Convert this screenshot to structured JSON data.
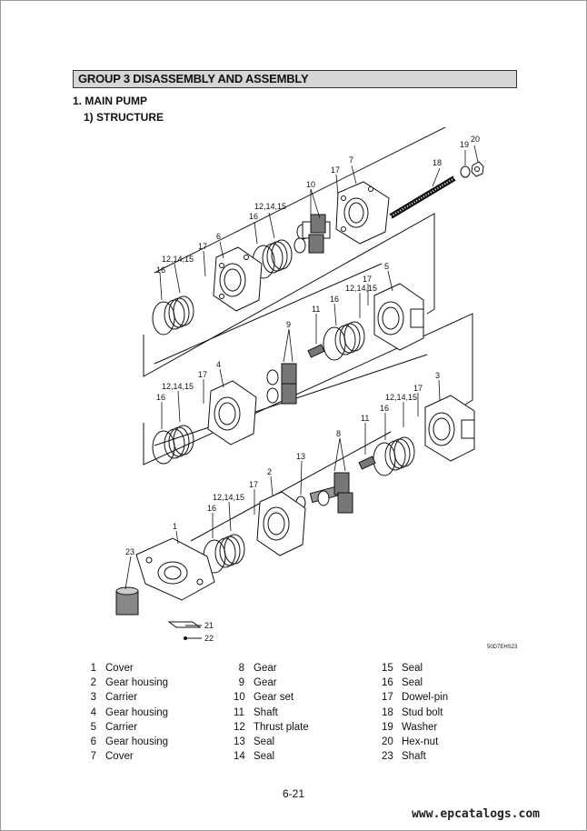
{
  "header": {
    "group_title": "GROUP  3  DISASSEMBLY AND ASSEMBLY"
  },
  "section": {
    "title": "1. MAIN PUMP",
    "subtitle": "1) STRUCTURE"
  },
  "diagram": {
    "callouts": {
      "n1": "1",
      "n2": "2",
      "n3": "3",
      "n4": "4",
      "n5": "5",
      "n6": "6",
      "n7": "7",
      "n8": "8",
      "n9": "9",
      "n10": "10",
      "n11a": "11",
      "n11b": "11",
      "n13": "13",
      "n16a": "16",
      "n16b": "16",
      "n16c": "16",
      "n16d": "16",
      "n16e": "16",
      "n16f": "16",
      "n17a": "17",
      "n17b": "17",
      "n17c": "17",
      "n17d": "17",
      "n17e": "17",
      "n17f": "17",
      "n18": "18",
      "n19": "19",
      "n20": "20",
      "n21": "21",
      "n22": "22",
      "n23": "23",
      "g1": "12,14,15",
      "g2": "12,14,15",
      "g3": "12,14,15",
      "g4": "12,14,15",
      "g5": "12,14,15",
      "g6": "12,14,15"
    },
    "figure_code": "50D7EHS23"
  },
  "parts": [
    [
      {
        "num": "1",
        "name": "Cover"
      },
      {
        "num": "2",
        "name": "Gear housing"
      },
      {
        "num": "3",
        "name": "Carrier"
      },
      {
        "num": "4",
        "name": "Gear housing"
      },
      {
        "num": "5",
        "name": "Carrier"
      },
      {
        "num": "6",
        "name": "Gear housing"
      },
      {
        "num": "7",
        "name": "Cover"
      }
    ],
    [
      {
        "num": "8",
        "name": "Gear"
      },
      {
        "num": "9",
        "name": "Gear"
      },
      {
        "num": "10",
        "name": "Gear set"
      },
      {
        "num": "11",
        "name": "Shaft"
      },
      {
        "num": "12",
        "name": "Thrust plate"
      },
      {
        "num": "13",
        "name": "Seal"
      },
      {
        "num": "14",
        "name": "Seal"
      }
    ],
    [
      {
        "num": "15",
        "name": "Seal"
      },
      {
        "num": "16",
        "name": "Seal"
      },
      {
        "num": "17",
        "name": "Dowel-pin"
      },
      {
        "num": "18",
        "name": "Stud bolt"
      },
      {
        "num": "19",
        "name": "Washer"
      },
      {
        "num": "20",
        "name": "Hex-nut"
      },
      {
        "num": "23",
        "name": "Shaft"
      }
    ]
  ],
  "footer": {
    "page_number": "6-21",
    "watermark": "www.epcatalogs.com"
  }
}
